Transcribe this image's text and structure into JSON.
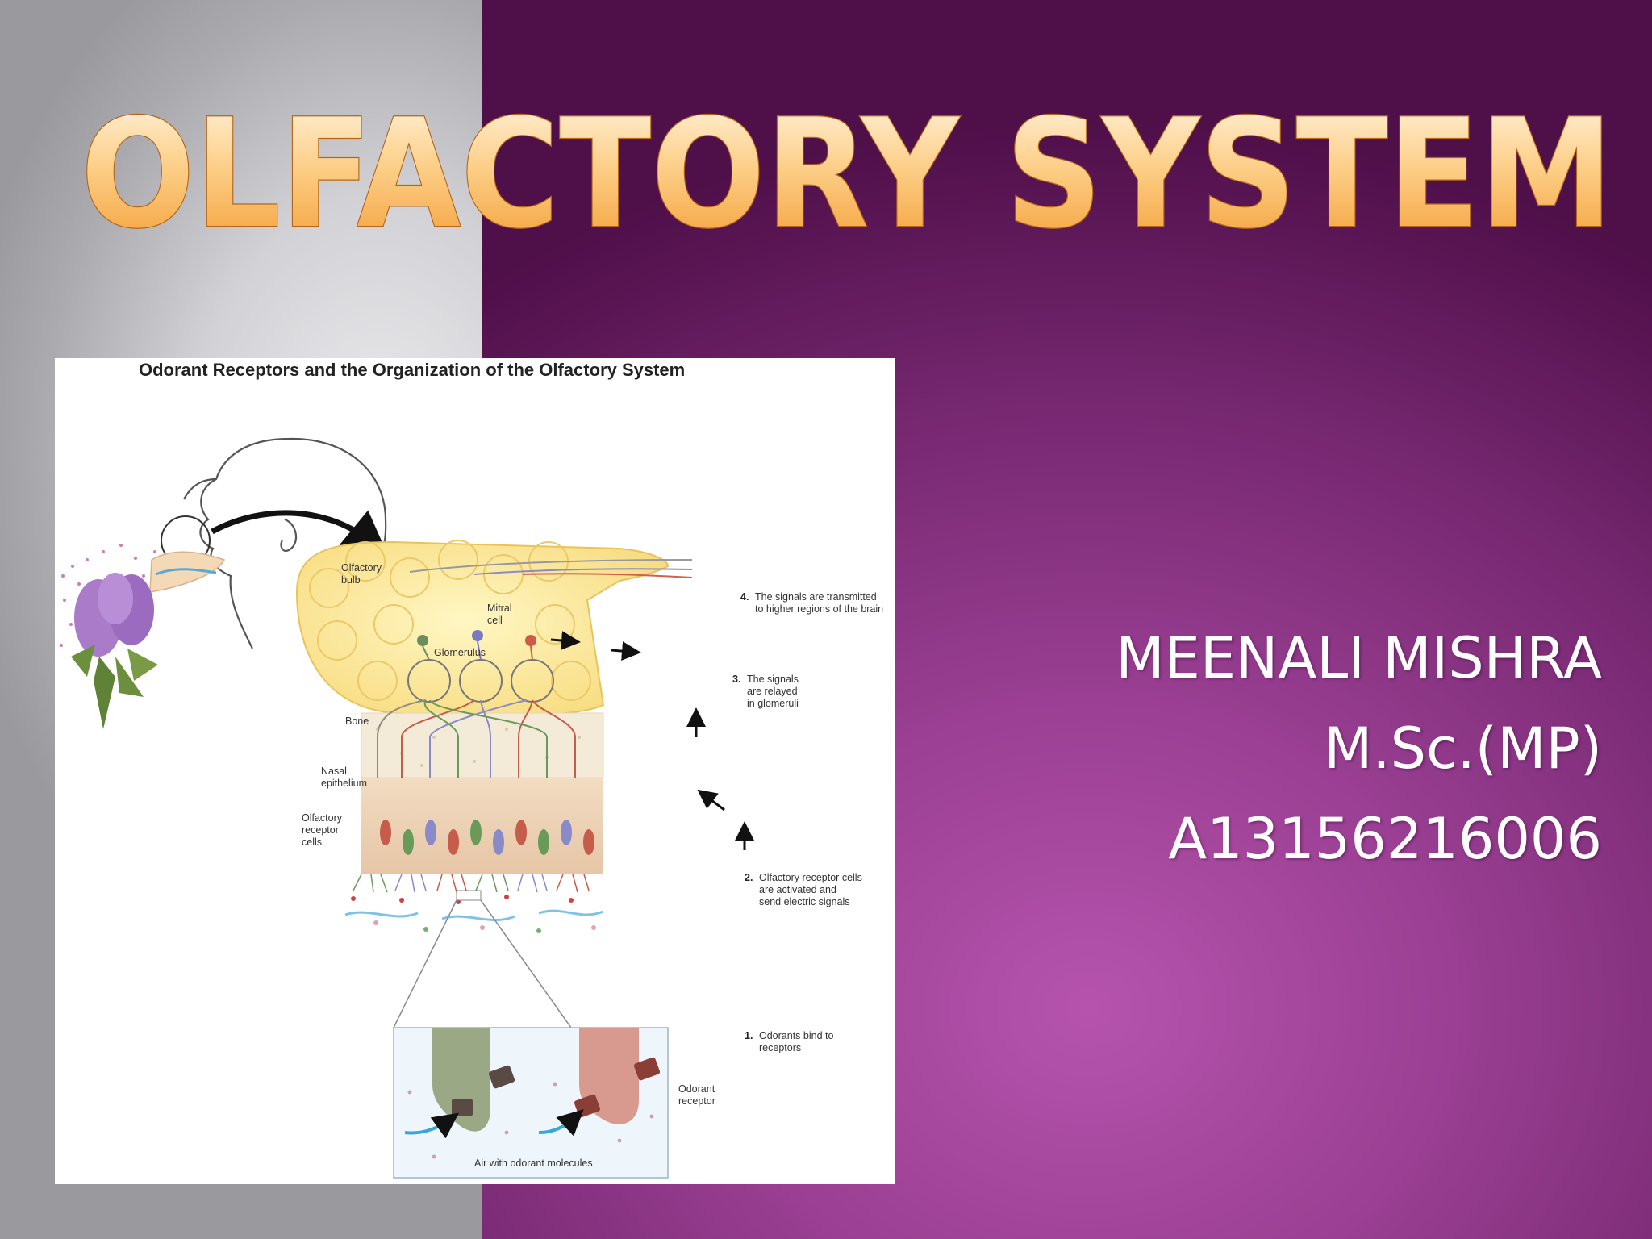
{
  "slide": {
    "title": "OLFACTORY SYSTEM",
    "author": {
      "name": "MEENALI MISHRA",
      "degree": "M.Sc.(MP)",
      "enrollment": "A13156216006"
    },
    "colors": {
      "background_purple": "#8a3383",
      "background_grey": "#c9c9cc",
      "title_fill_top": "#fff3dc",
      "title_fill_bottom": "#f5a73a",
      "text": "#ffffff"
    }
  },
  "figure": {
    "title": "Odorant Receptors and the Organization of the Olfactory System",
    "labels": {
      "olfactory_bulb": [
        "Olfactory",
        "bulb"
      ],
      "mitral_cell": [
        "Mitral",
        "cell"
      ],
      "glomerulus": "Glomerulus",
      "bone": "Bone",
      "nasal_epithelium": [
        "Nasal",
        "epithelium"
      ],
      "olfactory_receptor_cells": [
        "Olfactory",
        "receptor",
        "cells"
      ],
      "odorant_receptor": [
        "Odorant",
        "receptor"
      ],
      "air_with_odorant": "Air with odorant molecules"
    },
    "steps": [
      {
        "number": "1.",
        "lines": [
          "Odorants bind to",
          "receptors"
        ]
      },
      {
        "number": "2.",
        "lines": [
          "Olfactory receptor cells",
          "are activated and",
          "send electric signals"
        ]
      },
      {
        "number": "3.",
        "lines": [
          "The signals",
          "are relayed",
          "in glomeruli"
        ]
      },
      {
        "number": "4.",
        "lines": [
          "The signals are transmitted",
          "to higher regions of the brain"
        ]
      }
    ]
  }
}
